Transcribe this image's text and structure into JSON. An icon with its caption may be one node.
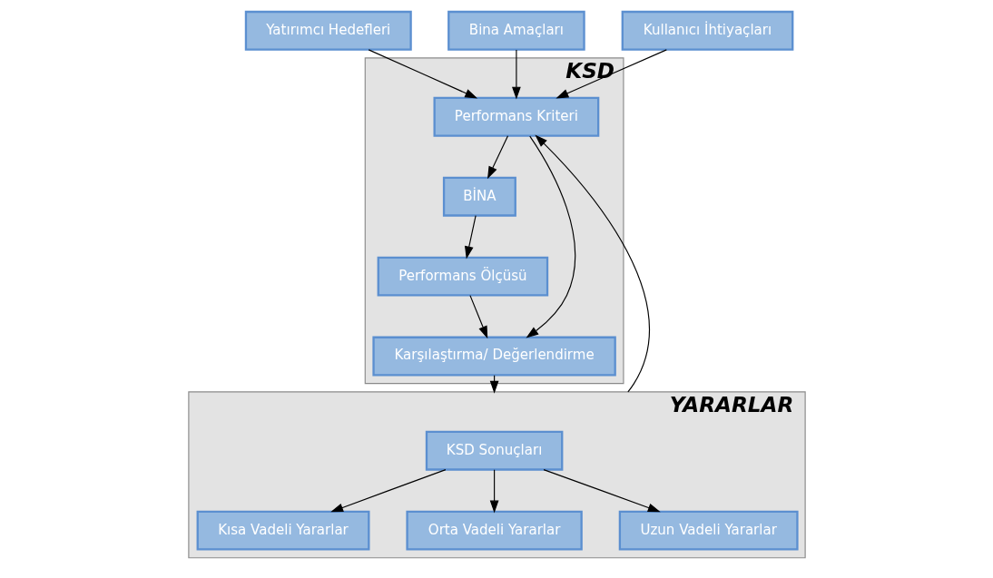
{
  "diagram": {
    "nodes": [
      {
        "text": [
          "KSD"
        ]
      },
      {
        "text": [
          "Yatırımcı Hedefleri"
        ]
      },
      {
        "text": [
          "Bina Amaçları"
        ]
      },
      {
        "text": [
          "Kullanıcı İhtiyaçları"
        ]
      },
      {
        "text": [
          "Performans Kriteri"
        ],
        "in": 0
      },
      {
        "text": [
          "BİNA"
        ],
        "in": 0
      },
      {
        "text": [
          "Karşılaştırma/ Değerlendirme"
        ],
        "in": 0
      },
      {
        "text": [
          "Performans Ölçüsü"
        ],
        "in": 0
      },
      {
        "text": [
          "YARARLAR"
        ]
      },
      {
        "text": [
          "KSD Sonuçları"
        ],
        "in": 8
      },
      {
        "text": [
          "Kısa Vadeli Yararlar"
        ],
        "in": 8
      },
      {
        "text": [
          "Orta Vadeli Yararlar"
        ],
        "in": 8
      },
      {
        "text": [
          "Uzun Vadeli Yararlar"
        ],
        "in": 8
      }
    ],
    "edges": [
      {
        "from": 1,
        "to": 4,
        "arrow": "to"
      },
      {
        "from": 2,
        "to": 4,
        "arrow": "to"
      },
      {
        "from": 3,
        "to": 4,
        "arrow": "to"
      },
      {
        "from": 4,
        "to": 5,
        "arrow": "to"
      },
      {
        "from": 5,
        "to": 7,
        "arrow": "to"
      },
      {
        "from": 4,
        "to": 6,
        "arrow": "to"
      },
      {
        "from": 7,
        "to": 6,
        "arrow": "to"
      },
      {
        "from": 6,
        "to": 8,
        "arrow": "to"
      },
      {
        "from": 8,
        "to": 4,
        "arrow": "to"
      },
      {
        "from": 9,
        "to": 10,
        "arrow": "to"
      },
      {
        "from": 9,
        "to": 11,
        "arrow": "to"
      },
      {
        "from": 9,
        "to": 12,
        "arrow": "to"
      }
    ]
  }
}
